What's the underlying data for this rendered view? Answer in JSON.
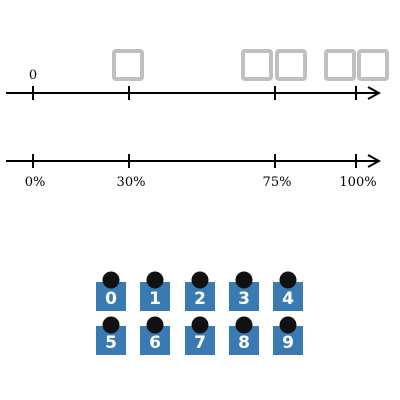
{
  "colors": {
    "axis": "#000000",
    "box_stroke": "#c0c0c0",
    "card_fill": "#3a7ab3",
    "card_text": "#ffffff",
    "dot": "#111111"
  },
  "top_line": {
    "label": "0",
    "boxes_count": 5
  },
  "bottom_line": {
    "ticks": [
      "0%",
      "30%",
      "75%",
      "100%"
    ]
  },
  "cards": [
    "0",
    "1",
    "2",
    "3",
    "4",
    "5",
    "6",
    "7",
    "8",
    "9"
  ]
}
